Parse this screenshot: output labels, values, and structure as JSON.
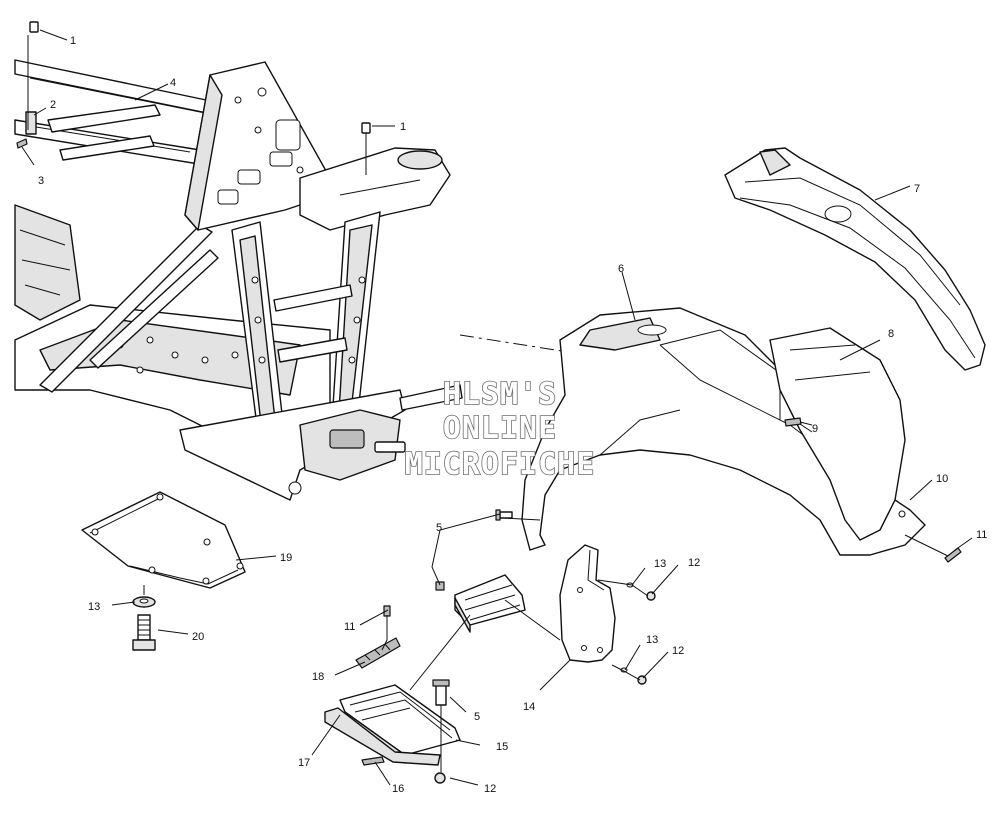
{
  "watermark": {
    "line1": "HLSM'S",
    "line2": "ONLINE",
    "line3": "MICROFICHE"
  },
  "callouts": {
    "c1a": "1",
    "c1b": "1",
    "c2": "2",
    "c3": "3",
    "c4": "4",
    "c5a": "5",
    "c5b": "5",
    "c6": "6",
    "c7": "7",
    "c8": "8",
    "c9": "9",
    "c10": "10",
    "c11a": "11",
    "c11b": "11",
    "c12a": "12",
    "c12b": "12",
    "c12c": "12",
    "c13a": "13",
    "c13b": "13",
    "c13c": "13",
    "c14": "14",
    "c15": "15",
    "c16": "16",
    "c17": "17",
    "c18": "18",
    "c19": "19",
    "c20": "20"
  }
}
